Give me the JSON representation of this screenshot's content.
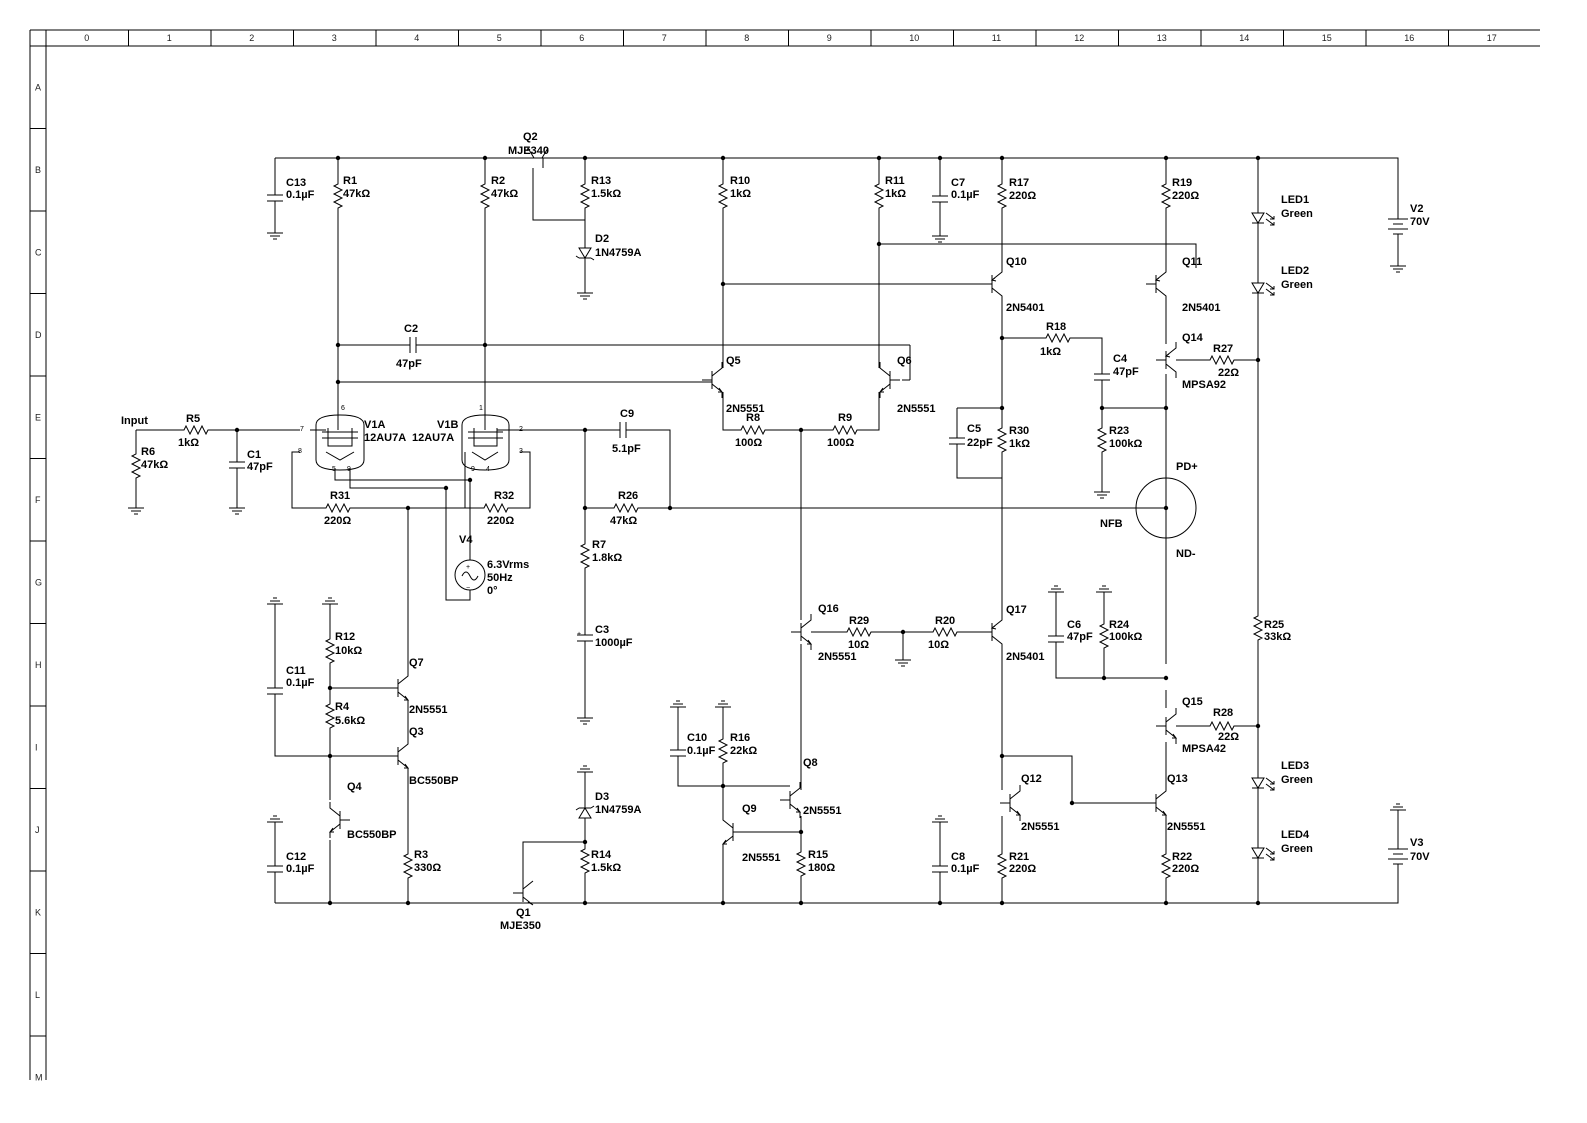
{
  "rulers": {
    "columns": [
      "0",
      "1",
      "2",
      "3",
      "4",
      "5",
      "6",
      "7",
      "8",
      "9",
      "10",
      "11",
      "12",
      "13",
      "14",
      "15",
      "16",
      "17"
    ],
    "rows": [
      "A",
      "B",
      "C",
      "D",
      "E",
      "F",
      "G",
      "H",
      "I",
      "J",
      "K",
      "L",
      "M"
    ]
  },
  "parts": {
    "input_label": "Input",
    "R5": [
      "R5",
      "1kΩ"
    ],
    "R6": [
      "R6",
      "47kΩ"
    ],
    "C1": [
      "C1",
      "47pF"
    ],
    "C13": [
      "C13",
      "0.1µF"
    ],
    "R1": [
      "R1",
      "47kΩ"
    ],
    "R2": [
      "R2",
      "47kΩ"
    ],
    "Q2": [
      "Q2",
      "MJE340"
    ],
    "R13": [
      "R13",
      "1.5kΩ"
    ],
    "D2": [
      "D2",
      "1N4759A"
    ],
    "C2": [
      "C2",
      "47pF"
    ],
    "V1A": [
      "V1A",
      "12AU7A"
    ],
    "V1B": [
      "V1B",
      "12AU7A"
    ],
    "R31": [
      "R31",
      "220Ω"
    ],
    "R32": [
      "R32",
      "220Ω"
    ],
    "V4": [
      "V4",
      "6.3Vrms",
      "50Hz",
      "0°"
    ],
    "C9": [
      "C9",
      "5.1pF"
    ],
    "R26": [
      "R26",
      "47kΩ"
    ],
    "R7": [
      "R7",
      "1.8kΩ"
    ],
    "C3": [
      "C3",
      "1000µF"
    ],
    "R10": [
      "R10",
      "1kΩ"
    ],
    "R11": [
      "R11",
      "1kΩ"
    ],
    "Q5": [
      "Q5",
      "2N5551"
    ],
    "Q6": [
      "Q6",
      "2N5551"
    ],
    "R8": [
      "R8",
      "100Ω"
    ],
    "R9": [
      "R9",
      "100Ω"
    ],
    "C7": [
      "C7",
      "0.1µF"
    ],
    "R17": [
      "R17",
      "220Ω"
    ],
    "R19": [
      "R19",
      "220Ω"
    ],
    "Q10": [
      "Q10",
      "2N5401"
    ],
    "Q11": [
      "Q11",
      "2N5401"
    ],
    "R18": [
      "R18",
      "1kΩ"
    ],
    "C4": [
      "C4",
      "47pF"
    ],
    "C5": [
      "C5",
      "22pF"
    ],
    "R30": [
      "R30",
      "1kΩ"
    ],
    "R23": [
      "R23",
      "100kΩ"
    ],
    "Q14": [
      "Q14",
      "MPSA92"
    ],
    "R27": [
      "R27",
      "22Ω"
    ],
    "LED1": [
      "LED1",
      "Green"
    ],
    "LED2": [
      "LED2",
      "Green"
    ],
    "LED3": [
      "LED3",
      "Green"
    ],
    "LED4": [
      "LED4",
      "Green"
    ],
    "V2": [
      "V2",
      "70V"
    ],
    "V3": [
      "V3",
      "70V"
    ],
    "PD": [
      "PD+",
      "NFB",
      "ND-"
    ],
    "R25": [
      "R25",
      "33kΩ"
    ],
    "Q16": [
      "Q16",
      "2N5551"
    ],
    "R29": [
      "R29",
      "10Ω"
    ],
    "R20": [
      "R20",
      "10Ω"
    ],
    "Q17": [
      "Q17",
      "2N5401"
    ],
    "C6": [
      "C6",
      "47pF"
    ],
    "R24": [
      "R24",
      "100kΩ"
    ],
    "Q15": [
      "Q15",
      "MPSA42"
    ],
    "R28": [
      "R28",
      "22Ω"
    ],
    "R12": [
      "R12",
      "10kΩ"
    ],
    "C11": [
      "C11",
      "0.1µF"
    ],
    "R4": [
      "R4",
      "5.6kΩ"
    ],
    "Q7": [
      "Q7",
      "2N5551"
    ],
    "Q3": [
      "Q3",
      "BC550BP"
    ],
    "Q4": [
      "Q4",
      "BC550BP"
    ],
    "C12": [
      "C12",
      "0.1µF"
    ],
    "R3": [
      "R3",
      "330Ω"
    ],
    "Q1": [
      "Q1",
      "MJE350"
    ],
    "D3": [
      "D3",
      "1N4759A"
    ],
    "R14": [
      "R14",
      "1.5kΩ"
    ],
    "C10": [
      "C10",
      "0.1µF"
    ],
    "R16": [
      "R16",
      "22kΩ"
    ],
    "Q8": [
      "Q8",
      "2N5551"
    ],
    "Q9": [
      "Q9",
      "2N5551"
    ],
    "R15": [
      "R15",
      "180Ω"
    ],
    "C8": [
      "C8",
      "0.1µF"
    ],
    "Q12": [
      "Q12",
      "2N5551"
    ],
    "Q13": [
      "Q13",
      "2N5551"
    ],
    "R21": [
      "R21",
      "220Ω"
    ],
    "R22": [
      "R22",
      "220Ω"
    ]
  },
  "pins": {
    "v1a_grid": "7",
    "v1a_plate": "6",
    "v1a_cathode": "8",
    "v1a_h1": "5",
    "v1a_h2": "9",
    "v1b_plate": "1",
    "v1b_grid": "2",
    "v1b_cathode": "3",
    "v1b_h1": "9",
    "v1b_h2": "4"
  }
}
